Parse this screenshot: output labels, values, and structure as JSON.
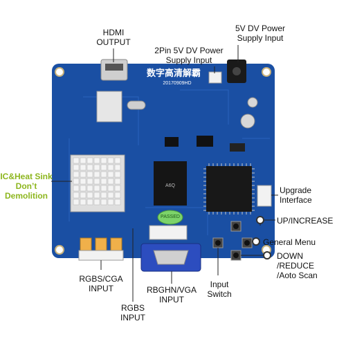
{
  "board": {
    "chip_title": "数字高清解霸",
    "date_code": "20170909HD",
    "ic_marking": "A6Q",
    "passed_sticker": "PASSED"
  },
  "labels": {
    "hdmi_line1": "HDMI",
    "hdmi_line2": "OUTPUT",
    "dv5_line1": "5V DV Power",
    "dv5_line2": "Supply Input",
    "pin2_line1": "2Pin 5V DV Power",
    "pin2_line2": "Supply Input",
    "heatsink_line1": "IC&Heat Sink",
    "heatsink_line2": "Don’t",
    "heatsink_line3": "Demolition",
    "upgrade_line1": "Upgrade",
    "upgrade_line2": "Interface",
    "up": "UP/INCREASE",
    "menu": "General Menu",
    "down_line1": "DOWN",
    "down_line2": "/REDUCE",
    "down_line3": "/Aoto Scan",
    "rgbs_cga_line1": "RGBS/CGA",
    "rgbs_cga_line2": "INPUT",
    "rgbs_line1": "RGBS",
    "rgbs_line2": "INPUT",
    "vga_line1": "RBGHN/VGA",
    "vga_line2": "INPUT",
    "switch_line1": "Input",
    "switch_line2": "Switch"
  },
  "colors": {
    "pcb": "#1a4fa3",
    "pcb_dark": "#123c80",
    "heatsink_label": "#8db61e",
    "vga_port": "#2c4dbf"
  }
}
